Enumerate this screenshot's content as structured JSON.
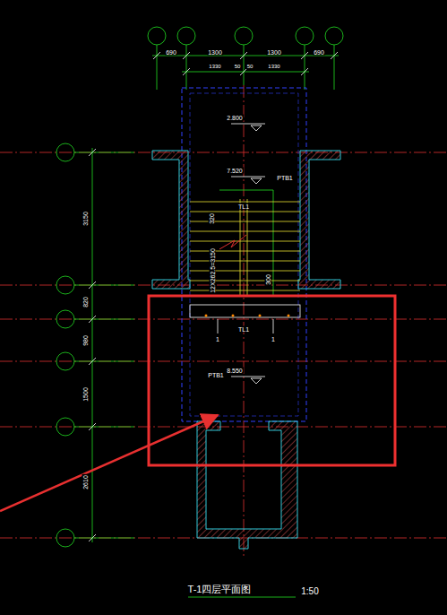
{
  "diagram": {
    "title": "T-1四层平面图",
    "labels": [
      "690",
      "1300",
      "1300",
      "690",
      "1330",
      "50",
      "50",
      "1330",
      "2.800",
      "7.520",
      "PTB1",
      "TL1",
      "320",
      "12X262.5=3150",
      "300",
      "TL1",
      "1",
      "1",
      "8.550",
      "PTB1",
      "3150",
      "820",
      "980",
      "1500",
      "2610",
      "1:50"
    ]
  }
}
